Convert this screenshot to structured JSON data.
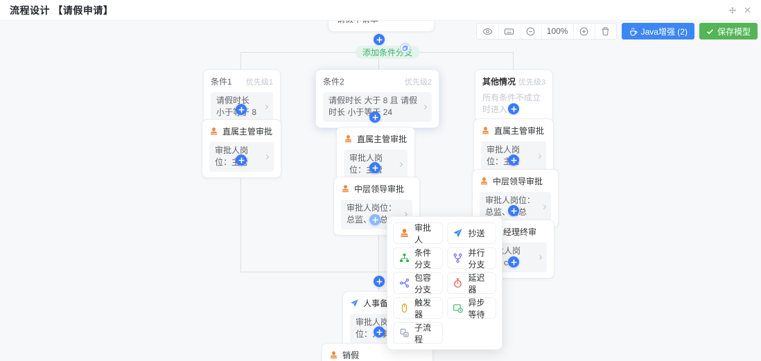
{
  "header": {
    "title": "流程设计 【请假申请】"
  },
  "toolbar": {
    "zoom_level": "100%",
    "java_label": "Java增强 (2)",
    "save_label": "保存模型"
  },
  "colors": {
    "accent_blue": "#3a7af8",
    "java_button": "#3d87f5",
    "save_button": "#53b556",
    "add_branch_green": "#3bb273",
    "approver_orange": "#f0883a",
    "cc_blue": "#3a84f7"
  },
  "flow": {
    "start": {
      "label": "填写表单：请假申请-请假申请单"
    },
    "add_branch_label": "添加条件分支",
    "cond1": {
      "title": "条件1",
      "priority": "优先级1",
      "body": "请假时长 小于等于 8"
    },
    "cond2": {
      "title": "条件2",
      "priority": "优先级2",
      "body": "请假时长 大于 8 且 请假时长 小于等于 24"
    },
    "cond3": {
      "title": "其他情况",
      "priority": "优先级3",
      "body": "所有条件不成立时进入"
    },
    "left_approve": {
      "title": "直属主管审批",
      "body": "审批人岗位：主管"
    },
    "mid_approve1": {
      "title": "直属主管审批",
      "body": "审批人岗位：主管"
    },
    "mid_approve2": {
      "title": "中层领导审批",
      "body": "审批人岗位：总监、副总"
    },
    "right_approve1": {
      "title": "直属主管审批",
      "body": "审批人岗位：主管"
    },
    "right_approve2": {
      "title": "中层领导审批",
      "body": "审批人岗位：总监、副总"
    },
    "right_approve3": {
      "title": "总经理终审",
      "body": "审批人岗位：ceo"
    },
    "hr_node": {
      "title": "人事备案",
      "body": "审批人岗位：人事"
    },
    "end_node": {
      "title": "销假"
    }
  },
  "popup": {
    "items": [
      {
        "label": "审批人",
        "icon": "approver-stamp-icon"
      },
      {
        "label": "抄送",
        "icon": "cc-plane-icon"
      },
      {
        "label": "条件分支",
        "icon": "condition-branch-icon"
      },
      {
        "label": "并行分支",
        "icon": "parallel-branch-icon"
      },
      {
        "label": "包容分支",
        "icon": "inclusive-branch-icon"
      },
      {
        "label": "延迟器",
        "icon": "delay-timer-icon"
      },
      {
        "label": "触发器",
        "icon": "trigger-mouse-icon"
      },
      {
        "label": "异步等待",
        "icon": "async-wait-icon"
      },
      {
        "label": "子流程",
        "icon": "subprocess-icon"
      }
    ]
  }
}
